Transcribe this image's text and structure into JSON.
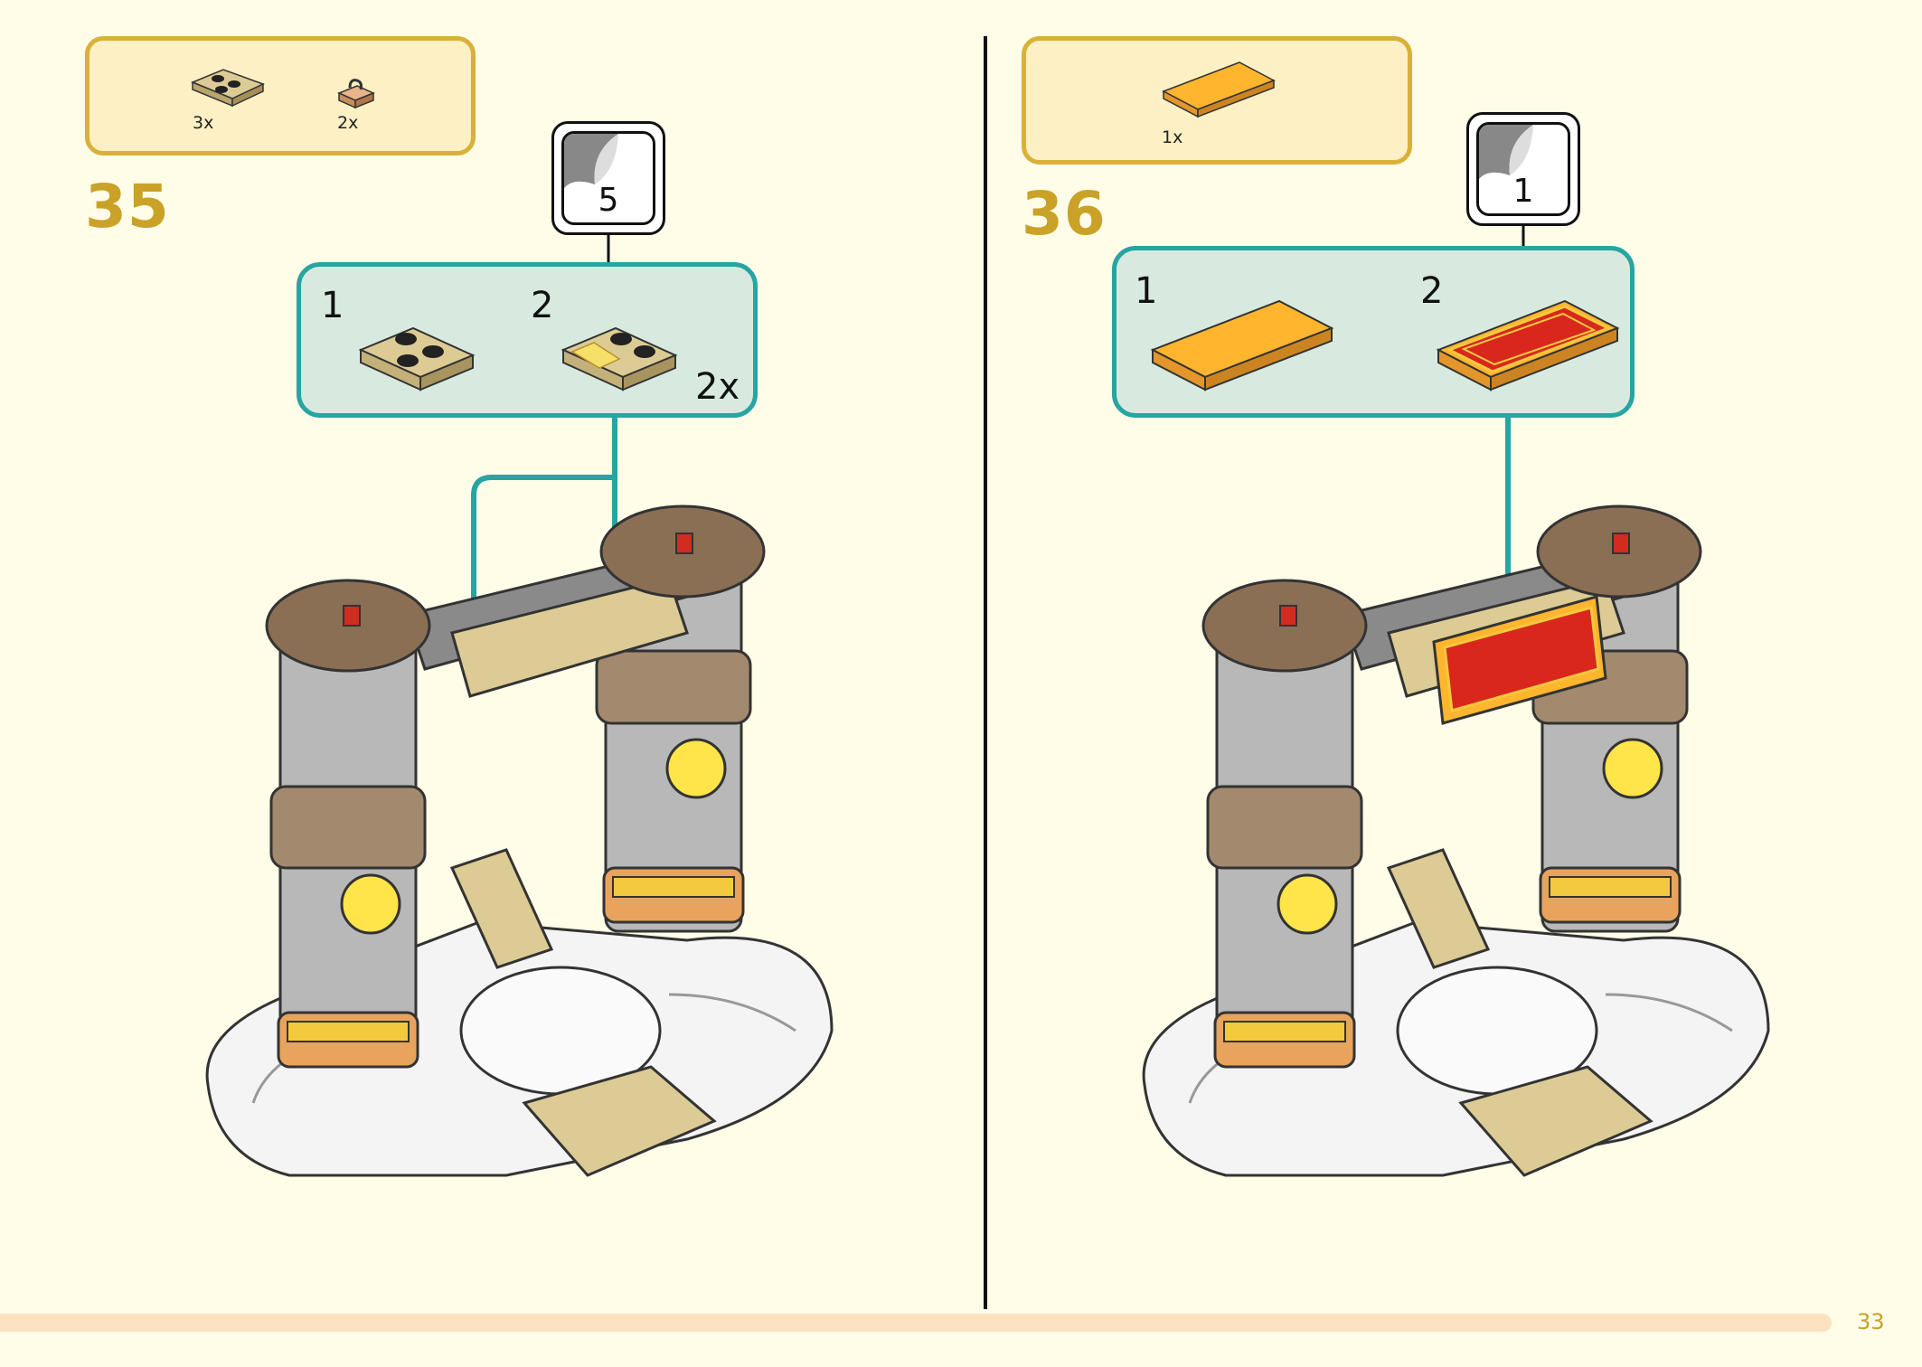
{
  "colors": {
    "background": "#fffce8",
    "parts_box_fill": "#fcf0c4",
    "parts_box_border": "#d9b13a",
    "step_number": "#c9a227",
    "callout_fill": "#d8eadf",
    "callout_border": "#27a5a2",
    "footer_bar": "#fde2c2",
    "tan_brick": "#dccb94",
    "orange_tile": "#ffb52e",
    "sign_red": "#d9271e"
  },
  "step35": {
    "number": "35",
    "parts": [
      {
        "icon": "tan-plate-2x2-corner-icon",
        "quantity": "3x"
      },
      {
        "icon": "clip-plate-icon",
        "quantity": "2x"
      }
    ],
    "callout": {
      "sub1": "1",
      "sub2": "2",
      "multiplier": "2x"
    },
    "sticker_number": "5"
  },
  "step36": {
    "number": "36",
    "parts": [
      {
        "icon": "orange-tile-2x4-icon",
        "quantity": "1x"
      }
    ],
    "callout": {
      "sub1": "1",
      "sub2": "2"
    },
    "sticker_number": "1"
  },
  "page_number": "33"
}
